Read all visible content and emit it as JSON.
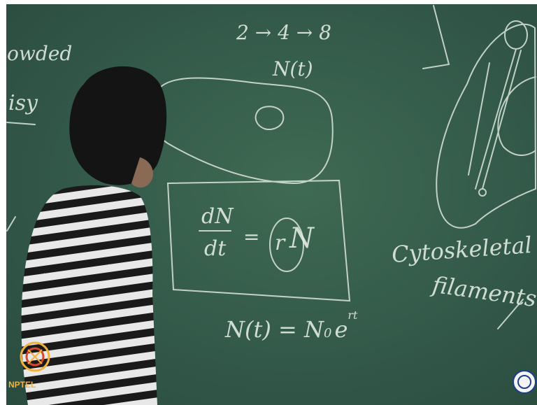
{
  "board_text": {
    "sequence": "2 → 4 → 8",
    "n_of_t": "N(t)",
    "crowded_fragment": "owded",
    "noisy_fragment": "isy",
    "eq_top": "dN",
    "eq_bottom": "dt",
    "eq_equals": "=",
    "eq_r": "r",
    "eq_n": "N",
    "solution": "N(t) = N",
    "solution_sub": "0",
    "solution_base": "e",
    "solution_exp": "rt",
    "cyto_line1": "Cytoskeletal",
    "cyto_line2": "filaments"
  },
  "logos": {
    "nptel_label": "NPTEL"
  },
  "colors": {
    "board": "#33594a",
    "chalk": "#e6efe6",
    "nptel": "#f2b23a",
    "shirt_dark": "#1a1a1a",
    "shirt_light": "#e8e8e8"
  }
}
